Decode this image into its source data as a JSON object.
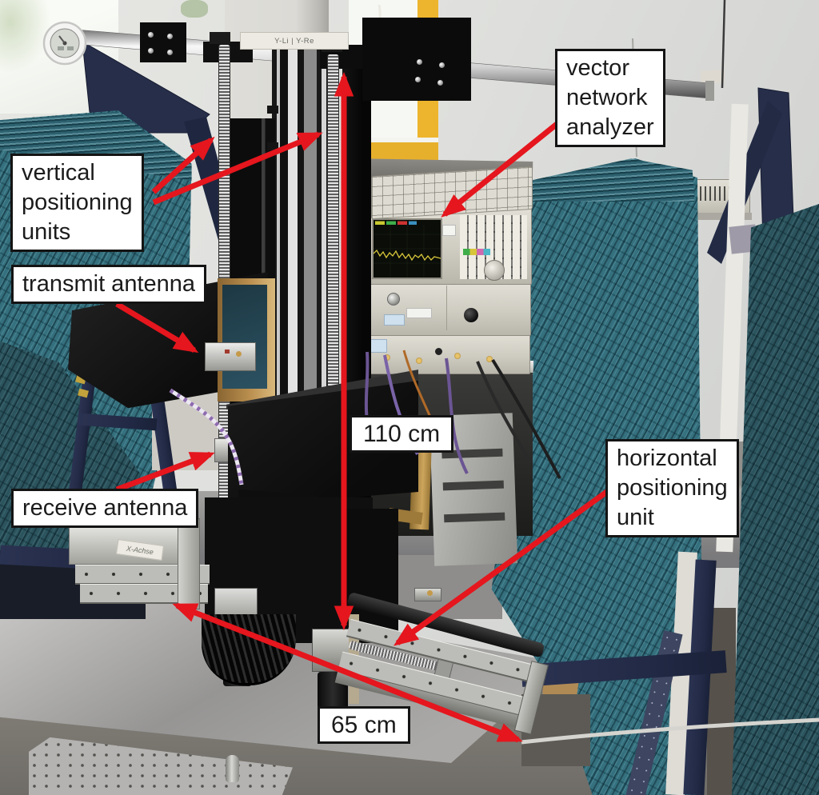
{
  "figure": {
    "type": "annotated laboratory photograph",
    "subject": "antenna measurement setup with positioning units, absorber panels and vector network analyzer",
    "callouts": {
      "vertical_units": "vertical\npositioning\nunits",
      "transmit_antenna": "transmit antenna",
      "receive_antenna": "receive antenna",
      "vna": "vector\nnetwork\nanalyzer",
      "horizontal_unit": "horizontal\npositioning\nunit"
    },
    "measurements": {
      "vertical_span": "110 cm",
      "horizontal_span": "65 cm"
    },
    "machine_labels": {
      "carriage": "Y-Li | Y-Re",
      "axis": "X-Achse"
    },
    "colors": {
      "annotation_red": "#e5161d",
      "absorber_teal": "#35707e",
      "frame_navy": "#262e4a",
      "window_yellow": "#edb52e"
    }
  }
}
